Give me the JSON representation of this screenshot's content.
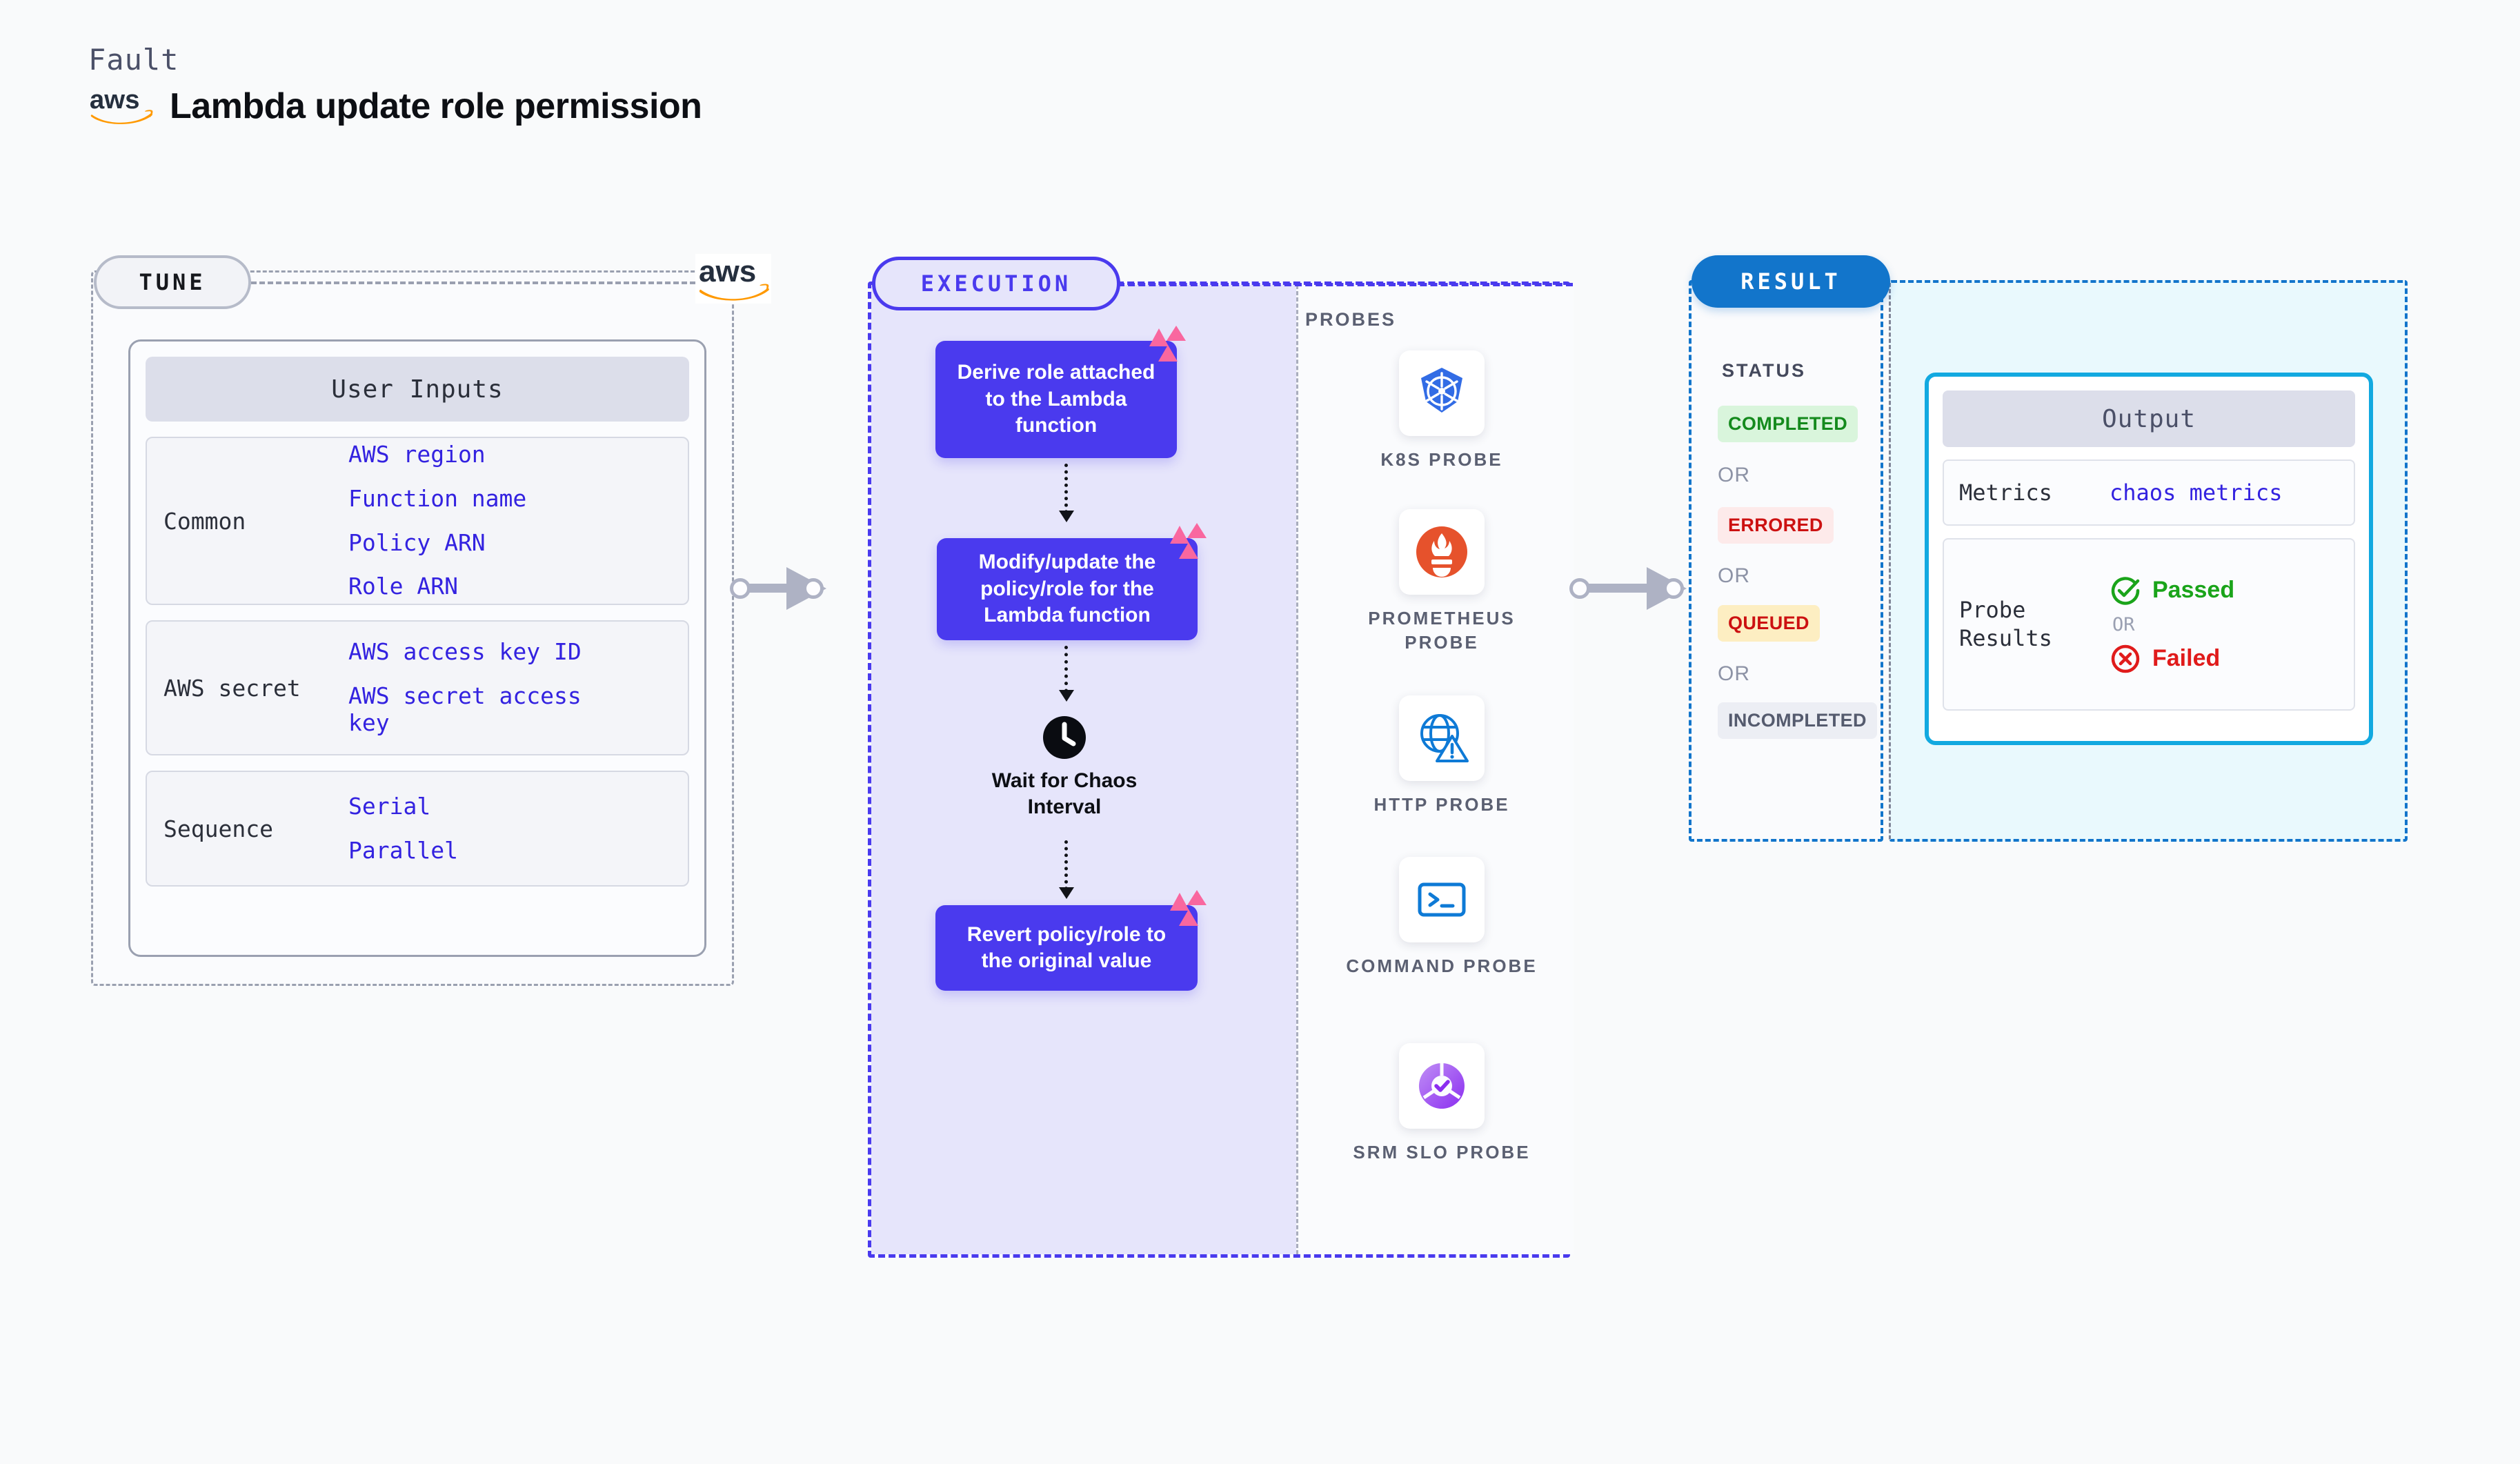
{
  "header": {
    "fault_label": "Fault",
    "title": "Lambda update role permission",
    "logo": "aws-logo"
  },
  "tune": {
    "pill_label": "TUNE",
    "provider_logo": "aws-logo",
    "card_title": "User Inputs",
    "groups": [
      {
        "label": "Common",
        "values": [
          "AWS region",
          "Function name",
          "Policy ARN",
          "Role ARN"
        ]
      },
      {
        "label": "AWS secret",
        "values": [
          "AWS access key ID",
          "AWS secret access key"
        ]
      },
      {
        "label": "Sequence",
        "values": [
          "Serial",
          "Parallel"
        ]
      }
    ]
  },
  "execution": {
    "pill_label": "EXECUTION",
    "steps": [
      {
        "text": "Derive role attached to the Lambda function",
        "badge": "litmus-badge"
      },
      {
        "text": "Modify/update the policy/role for the Lambda function",
        "badge": "litmus-badge"
      },
      {
        "text": "Revert policy/role to the original value",
        "badge": "litmus-badge"
      }
    ],
    "wait": {
      "icon": "clock-icon",
      "label": "Wait for Chaos Interval"
    },
    "probes_title": "PROBES",
    "probes": [
      {
        "label": "K8S PROBE",
        "icon": "kubernetes-icon"
      },
      {
        "label": "PROMETHEUS PROBE",
        "icon": "prometheus-icon"
      },
      {
        "label": "HTTP PROBE",
        "icon": "http-globe-warning-icon"
      },
      {
        "label": "COMMAND PROBE",
        "icon": "terminal-icon"
      },
      {
        "label": "SRM SLO PROBE",
        "icon": "srm-slo-donut-icon"
      }
    ]
  },
  "result": {
    "pill_label": "RESULT",
    "status_label": "STATUS",
    "or_label": "OR",
    "statuses": [
      {
        "label": "COMPLETED",
        "bg": "#d9f5dc",
        "color": "#148a1d"
      },
      {
        "label": "ERRORED",
        "bg": "#fdeaea",
        "color": "#cc1111"
      },
      {
        "label": "QUEUED",
        "bg": "#fdeec2",
        "color": "#cc1111"
      },
      {
        "label": "INCOMPLETED",
        "bg": "#eceef4",
        "color": "#555b6e"
      }
    ],
    "output": {
      "title": "Output",
      "metrics_label": "Metrics",
      "metrics_value": "chaos metrics",
      "probe_results_label": "Probe Results",
      "passed_label": "Passed",
      "failed_label": "Failed",
      "or_label": "OR",
      "passed_color": "#1aa41a",
      "failed_color": "#e01b1b"
    }
  },
  "colors": {
    "execution_accent": "#4a3aee",
    "result_accent": "#1275cb",
    "output_accent": "#12a9e0",
    "input_value": "#3322e0",
    "aws_orange": "#ff9900"
  }
}
